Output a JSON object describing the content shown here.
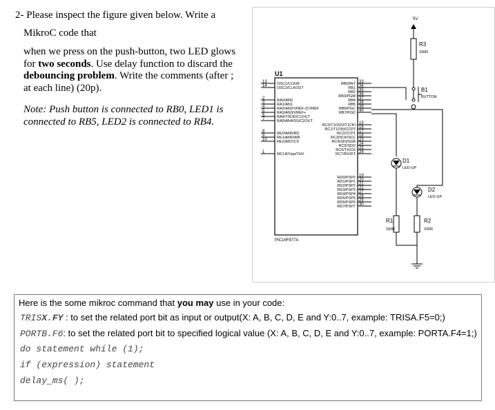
{
  "question": {
    "title": "2- Please inspect the figure given below. Write a",
    "title2": "MikroC code that",
    "body_a": "when we press on the push-button, two LED glows for ",
    "body_b": "two seconds",
    "body_c": ". Use delay function to discard the ",
    "body_d": "debouncing problem",
    "body_e": ".  Write the comments (after ; at each line) (20p).",
    "note": "Note: Push button is connected to RB0, LED1 is connected to RB5, LED2 is connected to RB4."
  },
  "schematic": {
    "supply": "5V",
    "r3": "R3",
    "r3v": "330R",
    "b1": "B1",
    "b1t": "BUTTON",
    "u1": "U1",
    "chip": "PIC16F877A",
    "d1": "D1",
    "d1t": "LED-UP",
    "d2": "D2",
    "d2t": "LED-UP",
    "r1": "R1",
    "r1v": "330R",
    "r2": "R2",
    "r2v": "330R",
    "left_pins": [
      {
        "n": "13",
        "l": "OSC1/CLKIN"
      },
      {
        "n": "14",
        "l": "OSC2/CLKOUT"
      },
      {
        "n": "2",
        "l": "RA0/AN0"
      },
      {
        "n": "3",
        "l": "RA1/AN1"
      },
      {
        "n": "4",
        "l": "RA2/AN2/VREF-/CVREF"
      },
      {
        "n": "5",
        "l": "RA3/AN3/VREF+"
      },
      {
        "n": "6",
        "l": "RA4/T0CKI/C1OUT"
      },
      {
        "n": "7",
        "l": "RA5/AN4/SS/C2OUT"
      },
      {
        "n": "8",
        "l": "RE0/AN5/RD"
      },
      {
        "n": "9",
        "l": "RE1/AN6/WR"
      },
      {
        "n": "10",
        "l": "RE2/AN7/CS"
      },
      {
        "n": "1",
        "l": "MCLR/Vpp/THV"
      }
    ],
    "right_pins": [
      {
        "n": "33",
        "l": "RB0/INT"
      },
      {
        "n": "34",
        "l": "RB1"
      },
      {
        "n": "35",
        "l": "RB2"
      },
      {
        "n": "36",
        "l": "RB3/PGM"
      },
      {
        "n": "37",
        "l": "RB4"
      },
      {
        "n": "38",
        "l": "RB5"
      },
      {
        "n": "39",
        "l": "RB6/PGC"
      },
      {
        "n": "40",
        "l": "RB7/PGD"
      },
      {
        "n": "15",
        "l": "RC0/T1OSO/T1CKI"
      },
      {
        "n": "16",
        "l": "RC1/T1OSI/CCP2"
      },
      {
        "n": "17",
        "l": "RC2/CCP1"
      },
      {
        "n": "18",
        "l": "RC3/SCK/SCL"
      },
      {
        "n": "23",
        "l": "RC4/SDI/SDA"
      },
      {
        "n": "24",
        "l": "RC5/SDO"
      },
      {
        "n": "25",
        "l": "RC6/TX/CK"
      },
      {
        "n": "26",
        "l": "RC7/RX/DT"
      },
      {
        "n": "19",
        "l": "RD0/PSP0"
      },
      {
        "n": "20",
        "l": "RD1/PSP1"
      },
      {
        "n": "21",
        "l": "RD2/PSP2"
      },
      {
        "n": "22",
        "l": "RD3/PSP3"
      },
      {
        "n": "27",
        "l": "RD4/PSP4"
      },
      {
        "n": "28",
        "l": "RD5/PSP5"
      },
      {
        "n": "29",
        "l": "RD6/PSP6"
      },
      {
        "n": "30",
        "l": "RD7/PSP7"
      }
    ]
  },
  "commands": {
    "header_a": "Here is the some mikroc command that ",
    "header_b": "you may",
    "header_c": " use in your code:",
    "c1_code_a": "TRIS",
    "c1_code_b": "X",
    "c1_code_c": ".",
    "c1_code_d": "FY",
    "c1_text": "  : to set the related port bit as input or output(X: A, B, C, D, E and Y:0..7, example: TRISA.F5=0;)",
    "c2_code": "PORTB.F6",
    "c2_text": ": to set the related port bit to specified logical value (X: A, B, C, D, E and Y:0..7, example: PORTA.F4=1;)",
    "c3": "do statement while (1);",
    "c4": "if (expression) statement",
    "c5": "delay_ms( );"
  }
}
